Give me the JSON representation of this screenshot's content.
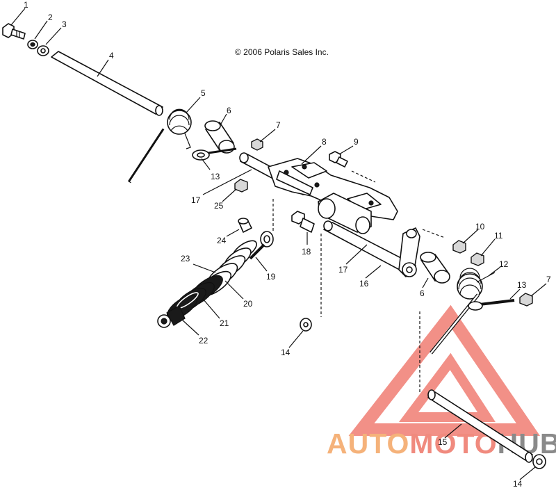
{
  "copyright": "© 2006 Polaris Sales Inc.",
  "watermark": {
    "part1": "AUTO",
    "part2": "MOTO",
    "part3": "HUB",
    "colors": {
      "auto": "#f5b27a",
      "moto": "#f08a7e",
      "hub": "#8a8a8a",
      "triangle": "#f07c72"
    }
  },
  "callouts": {
    "c1": "1",
    "c2": "2",
    "c3": "3",
    "c4": "4",
    "c5": "5",
    "c6a": "6",
    "c7a": "7",
    "c8": "8",
    "c9": "9",
    "c13a": "13",
    "c17a": "17",
    "c25": "25",
    "c24": "24",
    "c18": "18",
    "c23": "23",
    "c19": "19",
    "c20": "20",
    "c21": "21",
    "c22": "22",
    "c17b": "17",
    "c16": "16",
    "c6b": "6",
    "c10": "10",
    "c11": "11",
    "c12": "12",
    "c13b": "13",
    "c7b": "7",
    "c14a": "14",
    "c15": "15",
    "c14b": "14"
  }
}
